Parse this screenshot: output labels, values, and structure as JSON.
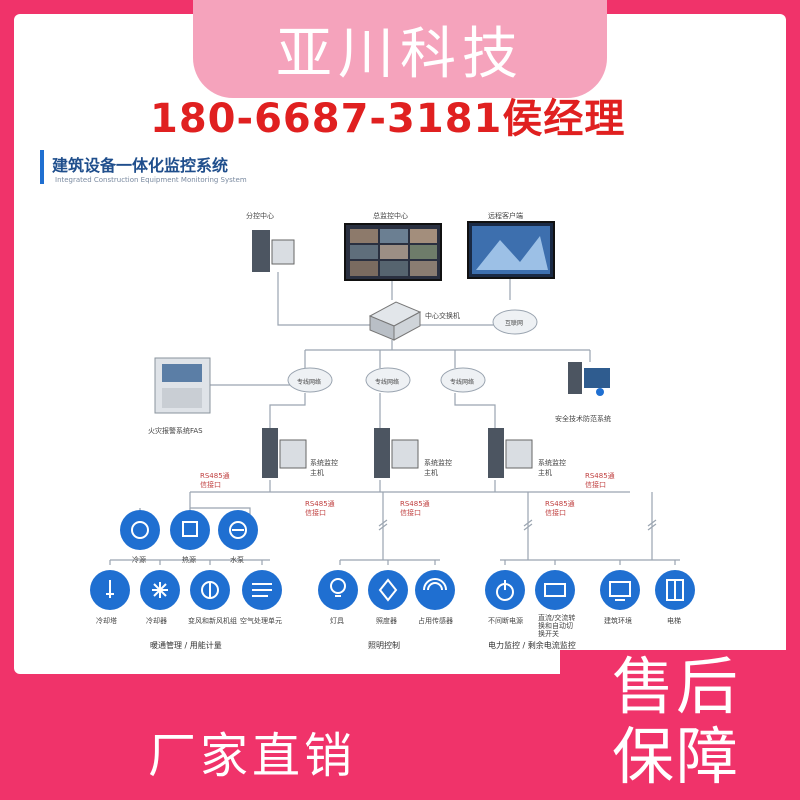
{
  "brand": {
    "company": "亚川科技",
    "phone": "180-6687-3181侯经理"
  },
  "promo": {
    "left": "厂家直销",
    "right_line1": "售后",
    "right_line2": "保障"
  },
  "diagram": {
    "title": "建筑设备一体化监控系统",
    "subtitle": "Integrated Construction Equipment Monitoring System",
    "top_nodes": {
      "branch_center": "分控中心",
      "main_center": "总监控中心",
      "remote_client": "远程客户端"
    },
    "switch_label": "中心交换机",
    "internet_label": "互联网",
    "network_clouds": [
      "专线网络",
      "专线网络",
      "专线网络"
    ],
    "fire_alarm": "火灾报警系统FAS",
    "security": "安全技术防范系统",
    "hosts": [
      "系统监控主机",
      "系统监控主机",
      "系统监控主机"
    ],
    "rs485": [
      "RS485通信接口",
      "RS485通信接口",
      "RS485通信接口",
      "RS485通信接口",
      "RS485通信接口"
    ],
    "devices": [
      {
        "icon": "fan-icon",
        "label": "冷源"
      },
      {
        "icon": "boiler-icon",
        "label": "热源"
      },
      {
        "icon": "pump-icon",
        "label": "水泵"
      },
      {
        "icon": "thermometer-icon",
        "label": "冷却塔"
      },
      {
        "icon": "snowflake-icon",
        "label": "冷却器"
      },
      {
        "icon": "air-unit-icon",
        "label": "变风和新风机组"
      },
      {
        "icon": "air-flow-icon",
        "label": "空气处理单元"
      },
      {
        "icon": "lightbulb-icon",
        "label": "灯具"
      },
      {
        "icon": "light-sensor-icon",
        "label": "照度器"
      },
      {
        "icon": "signal-icon",
        "label": "占用传感器"
      },
      {
        "icon": "power-icon",
        "label": "不间断电源"
      },
      {
        "icon": "breaker-icon",
        "label": "直流/交流转换和自动切换开关"
      },
      {
        "icon": "monitor-icon",
        "label": "建筑环境"
      },
      {
        "icon": "elevator-icon",
        "label": "电梯"
      }
    ],
    "categories": [
      "暖通管理 / 用能计量",
      "照明控制",
      "电力监控 / 剩余电流监控"
    ]
  },
  "colors": {
    "accent": "#f0336a",
    "banner": "#f5a3bc",
    "phone": "#e02020",
    "icon": "#1f6fd1"
  }
}
